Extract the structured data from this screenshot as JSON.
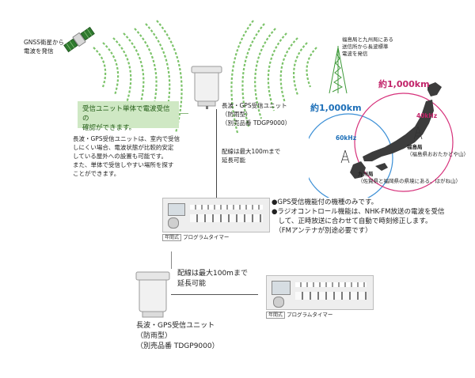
{
  "satellite": {
    "label": [
      "GNSS衛星から",
      "電波を発信"
    ]
  },
  "station_note": [
    "福島局と九州局にある",
    "送信所から長波標準",
    "電波を発信"
  ],
  "green_note": [
    "受信ユニット単体で電波受信の",
    "確認ができます。"
  ],
  "left_note": [
    "長波・GPS受信ユニットは、室内で受信",
    "しにくい場合、電波状態が比較的安定",
    "している屋外への設置も可能です。",
    "また、単体で受信しやすい場所を探す",
    "ことができます。"
  ],
  "unit_top": {
    "lines": [
      "長波・GPS受信ユニット",
      "（防雨型）",
      "（別売品番 TDGP9000）"
    ]
  },
  "wiring_top": [
    "配線は最大100mまで",
    "延長可能"
  ],
  "timer_top": {
    "tag": "年間式",
    "name": "プログラムタイマー"
  },
  "bullets": [
    "●GPS受信機能付の機種のみです。",
    "●ラジオコントロール機能は、NHK-FM放送の電波を受信",
    "　して、正時放送に合わせて自動で時刻修正します。",
    "　（FMアンテナが別途必要です）"
  ],
  "map": {
    "dist_top": "約1,000km",
    "dist_left": "約1,000km",
    "freq_60": "60kHz",
    "freq_40": "40kHz",
    "fukushima": [
      "福島局",
      "（福島県おおたかどや山）"
    ],
    "kyushu": [
      "九州局",
      "（佐賀県と福岡県の県境にある、はがね山）"
    ],
    "colors": {
      "magenta": "#d6307a",
      "blue": "#3b8fd6",
      "land": "#3c3c3c"
    }
  },
  "wiring_bottom": [
    "配線は最大100mまで",
    "延長可能"
  ],
  "unit_bottom": {
    "lines": [
      "長波・GPS受信ユニット",
      "（防雨型）",
      "（別売品番 TDGP9000）"
    ]
  },
  "timer_bottom": {
    "tag": "年間式",
    "name": "プログラムタイマー"
  },
  "wave_color": "#7cc36a"
}
